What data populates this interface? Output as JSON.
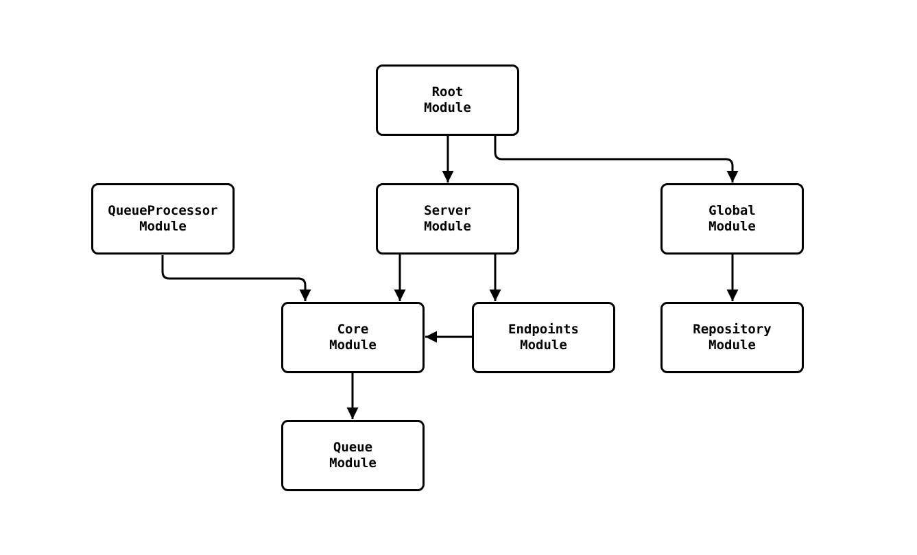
{
  "diagram": {
    "type": "flowchart-module-dependency",
    "background_color": "#ffffff",
    "node_fill_color": "#ffffff",
    "node_border_color": "#000000",
    "edge_color": "#000000"
  },
  "nodes": [
    {
      "id": "root",
      "label": "Root\nModule"
    },
    {
      "id": "queueprocessor",
      "label": "QueueProcessor\nModule"
    },
    {
      "id": "server",
      "label": "Server\nModule"
    },
    {
      "id": "global",
      "label": "Global\nModule"
    },
    {
      "id": "core",
      "label": "Core\nModule"
    },
    {
      "id": "endpoints",
      "label": "Endpoints\nModule"
    },
    {
      "id": "repository",
      "label": "Repository\nModule"
    },
    {
      "id": "queue",
      "label": "Queue\nModule"
    }
  ],
  "edges": [
    {
      "from": "root",
      "to": "server"
    },
    {
      "from": "root",
      "to": "global"
    },
    {
      "from": "queueprocessor",
      "to": "core"
    },
    {
      "from": "server",
      "to": "core"
    },
    {
      "from": "server",
      "to": "endpoints"
    },
    {
      "from": "endpoints",
      "to": "core"
    },
    {
      "from": "global",
      "to": "repository"
    },
    {
      "from": "core",
      "to": "queue"
    }
  ]
}
